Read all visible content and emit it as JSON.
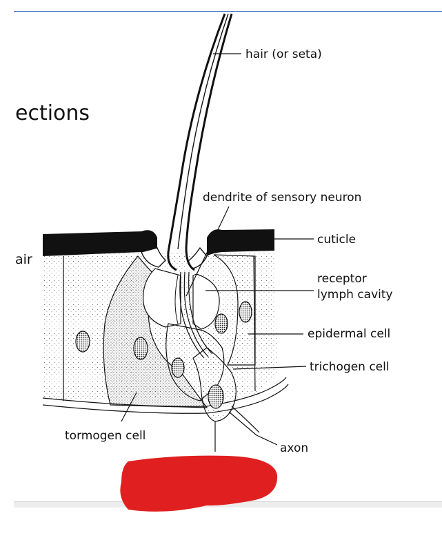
{
  "slide": {
    "heading_fragment": "ections",
    "side_fragment": "air"
  },
  "diagram": {
    "labels": {
      "hair": "hair (or seta)",
      "dendrite": "dendrite of sensory neuron",
      "cuticle": "cuticle",
      "receptor_line1": "receptor",
      "receptor_line2": "lymph cavity",
      "epidermal": "epidermal cell",
      "trichogen": "trichogen cell",
      "tormogen": "tormogen cell",
      "axon": "axon"
    },
    "colors": {
      "ink": "#111111",
      "redaction": "#e02020",
      "accent_rule": "#4472c4"
    }
  }
}
